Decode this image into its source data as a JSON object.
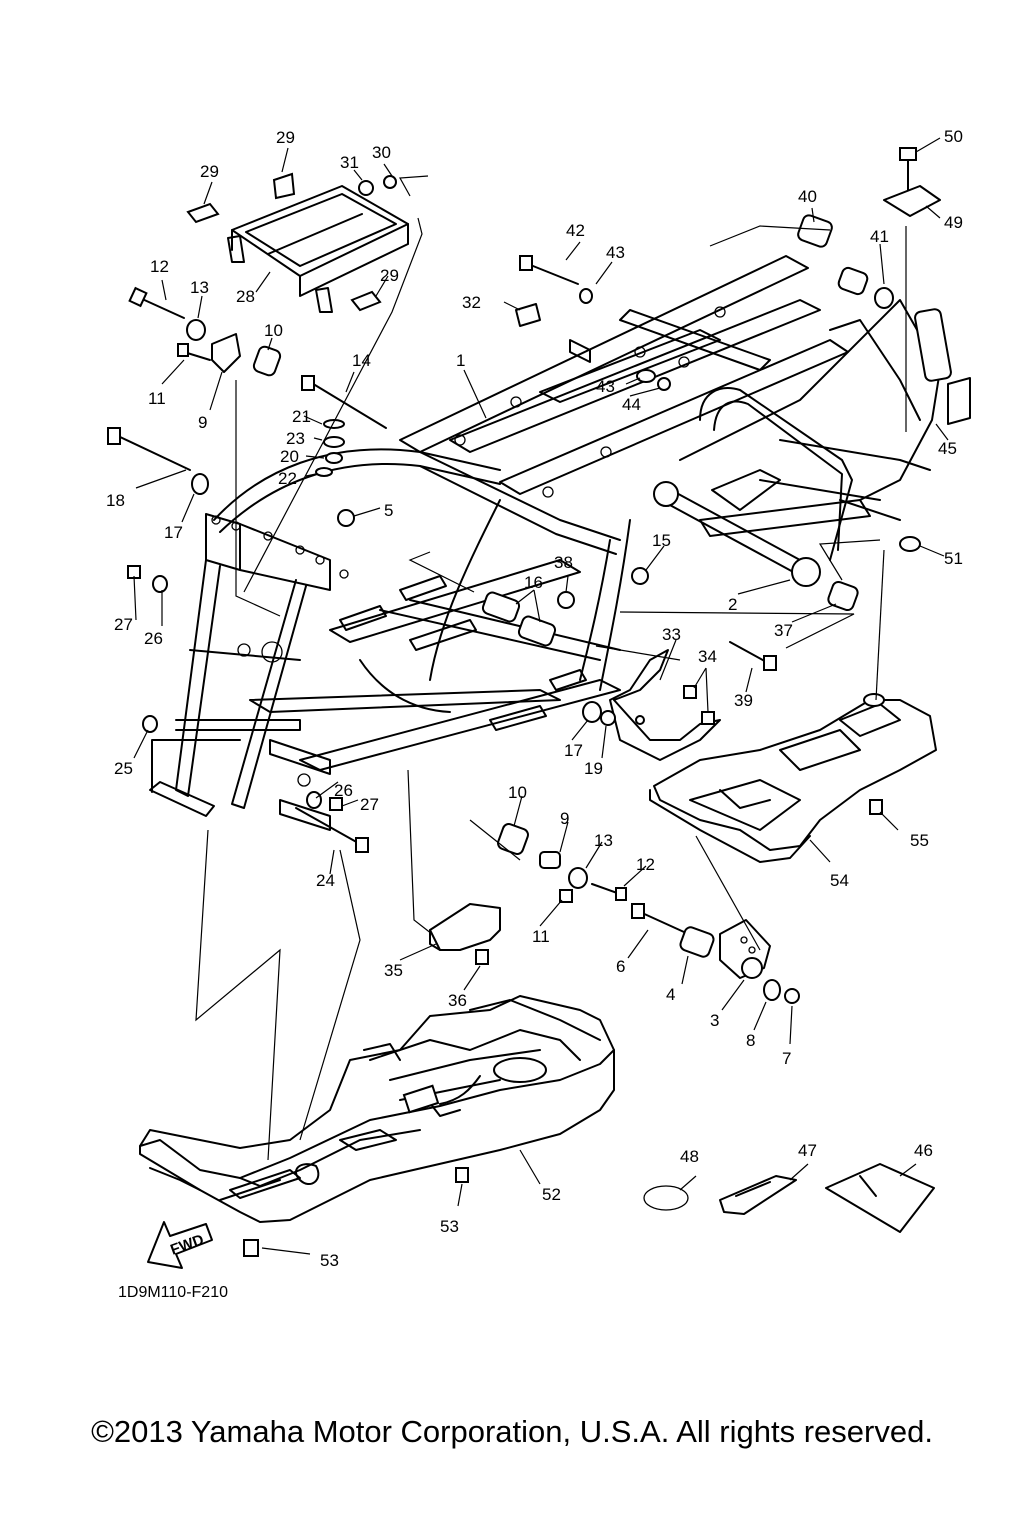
{
  "diagram": {
    "code": "1D9M110-F210",
    "direction_label": "FWD",
    "copyright": "©2013 Yamaha Motor Corporation, U.S.A. All rights reserved."
  },
  "callouts": [
    "1",
    "2",
    "3",
    "4",
    "5",
    "6",
    "7",
    "8",
    "9",
    "10",
    "11",
    "12",
    "13",
    "14",
    "15",
    "16",
    "17",
    "18",
    "19",
    "20",
    "21",
    "22",
    "23",
    "24",
    "25",
    "26",
    "27",
    "28",
    "29",
    "30",
    "31",
    "32",
    "33",
    "34",
    "35",
    "36",
    "37",
    "38",
    "39",
    "40",
    "41",
    "42",
    "43",
    "44",
    "45",
    "46",
    "47",
    "48",
    "49",
    "50",
    "51",
    "52",
    "53",
    "54",
    "55"
  ]
}
